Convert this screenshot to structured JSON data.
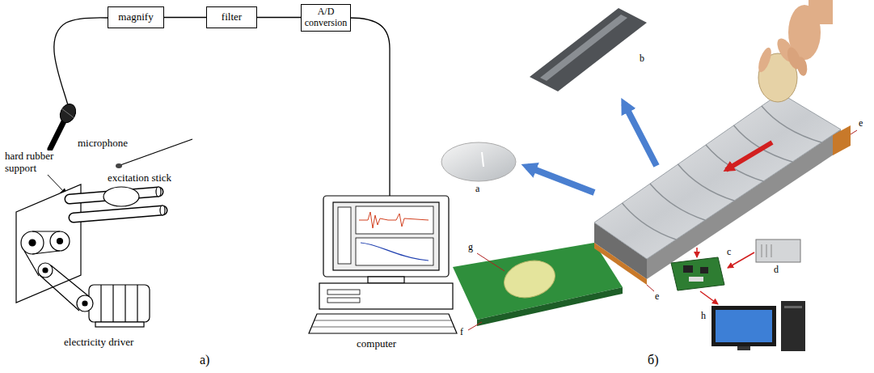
{
  "diagram": {
    "nodes": [
      {
        "text": [
          "magnify"
        ]
      },
      {
        "text": [
          "filter"
        ]
      },
      {
        "text": [
          "A/D conversion"
        ]
      }
    ],
    "edges": [
      {
        "from": 0,
        "to": 1,
        "arrow": "none"
      },
      {
        "from": 1,
        "to": 2,
        "arrow": "none"
      }
    ],
    "labels": [
      "microphone",
      "hard rubber support",
      "excitation stick",
      "electricity driver",
      "computer",
      "а)",
      "б)",
      "a",
      "b",
      "c",
      "d",
      "e",
      "e",
      "f",
      "g",
      "h"
    ]
  }
}
